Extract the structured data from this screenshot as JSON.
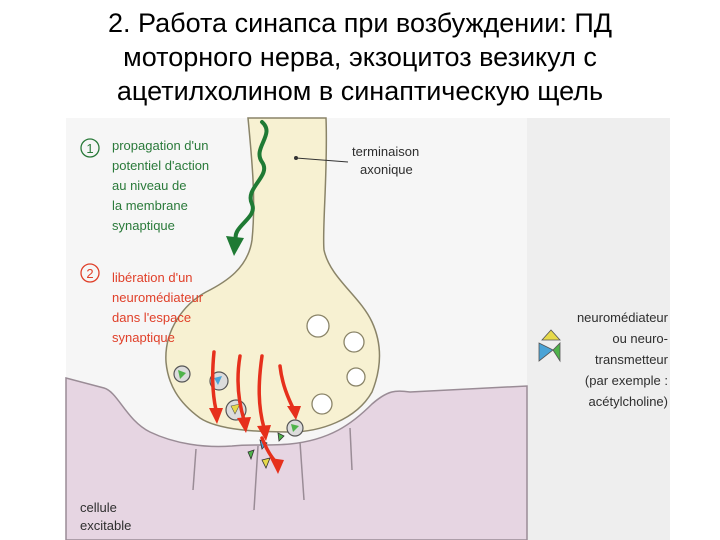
{
  "title": {
    "line1": "2. Работа синапса при возбуждении: ПД",
    "line2": "моторного нерва, экзоцитоз везикул с",
    "line3": "ацетилхолином в синаптическую щель"
  },
  "step1": {
    "number": "1",
    "lines": [
      "propagation d'un",
      "potentiel d'action",
      "au niveau de",
      "la membrane",
      "synaptique"
    ]
  },
  "step2": {
    "number": "2",
    "lines": [
      "libération d'un",
      "neuromédiateur",
      "dans l'espace",
      "synaptique"
    ]
  },
  "terminal_label": {
    "lines": [
      "terminaison",
      "axonique"
    ]
  },
  "cell_label": {
    "lines": [
      "cellule",
      "excitable"
    ]
  },
  "legend": {
    "lines": [
      "neuromédiateur",
      "ou neuro-",
      "transmetteur",
      "(par exemple :",
      "acétylcholine)"
    ]
  },
  "colors": {
    "axon_fill": "#f7f1d2",
    "cell_fill": "#e6d5e2",
    "step1_text": "#2a7a3a",
    "step2_text": "#e0402a",
    "ap_arrow": "#1f7a34",
    "release_arrow": "#e6301c",
    "label_text": "#2e2e2e",
    "legend_yellow": "#e6d94a",
    "legend_blue": "#4aa3d6",
    "legend_green": "#4fb34a"
  }
}
